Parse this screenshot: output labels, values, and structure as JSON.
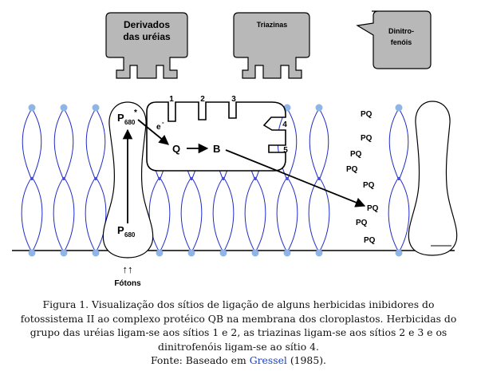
{
  "herbicides": {
    "ureia": {
      "line1": "Derivados",
      "line2": "das uréias"
    },
    "triazina": {
      "label": "Triazinas"
    },
    "dinitro": {
      "line1": "Dinitro-",
      "line2": "fenóis"
    }
  },
  "p680_top": {
    "base": "P",
    "sub": "680",
    "star": "*"
  },
  "p680_bottom": {
    "base": "P",
    "sub": "680"
  },
  "electron": "e",
  "electron_sup": "-",
  "q_label": "Q",
  "b_label": "B",
  "sites": [
    "1",
    "2",
    "3",
    "4",
    "5"
  ],
  "pq_labels": [
    "PQ",
    "PQ",
    "PQ",
    "PQ",
    "PQ",
    "PQ",
    "PQ",
    "PQ"
  ],
  "photons": {
    "arrows": "↑↑",
    "label": "Fótons"
  },
  "caption": {
    "text": "Figura 1. Visualização dos sítios de ligação de alguns herbicidas inibidores do fotossistema II ao complexo protéico QB na membrana dos cloroplastos. Herbicidas do grupo das uréias ligam-se aos sítios 1 e 2, as triazinas ligam-se aos sítios 2 e 3 e os dinitrofenóis ligam-se ao sítio 4.",
    "source_prefix": "Fonte: Baseado em ",
    "source_ref": "Gressel",
    "source_year": " (1985)",
    "source_end": "."
  },
  "colors": {
    "lipid": "#1f2bc8",
    "head": "#8fb4e6",
    "shape_fill": "#b8b8b8",
    "line": "#000000"
  }
}
